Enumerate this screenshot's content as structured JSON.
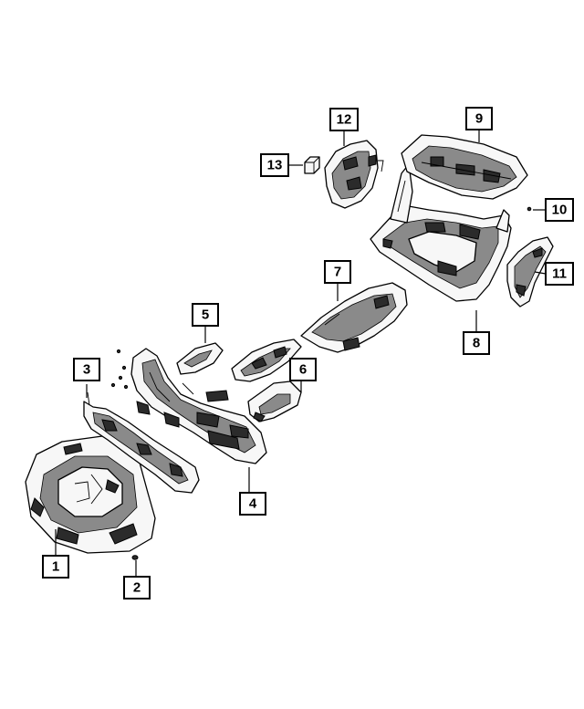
{
  "callouts": [
    "1",
    "2",
    "3",
    "4",
    "5",
    "6",
    "7",
    "8",
    "9",
    "10",
    "11",
    "12",
    "13"
  ]
}
